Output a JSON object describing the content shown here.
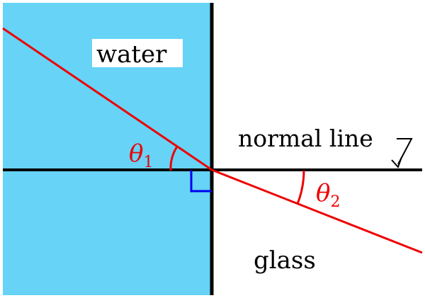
{
  "labels": {
    "water": "water",
    "glass": "glass",
    "normal_line": "normal line",
    "theta1_symbol": "θ",
    "theta1_sub": "1",
    "theta2_symbol": "θ",
    "theta2_sub": "2"
  },
  "colors": {
    "water": "#66d3f7",
    "ray": "#ee0000",
    "interface": "#000000",
    "normal": "#000000",
    "right_angle_marker": "#0000ee",
    "label_text": "#000000",
    "angle_text": "#ee0000"
  }
}
